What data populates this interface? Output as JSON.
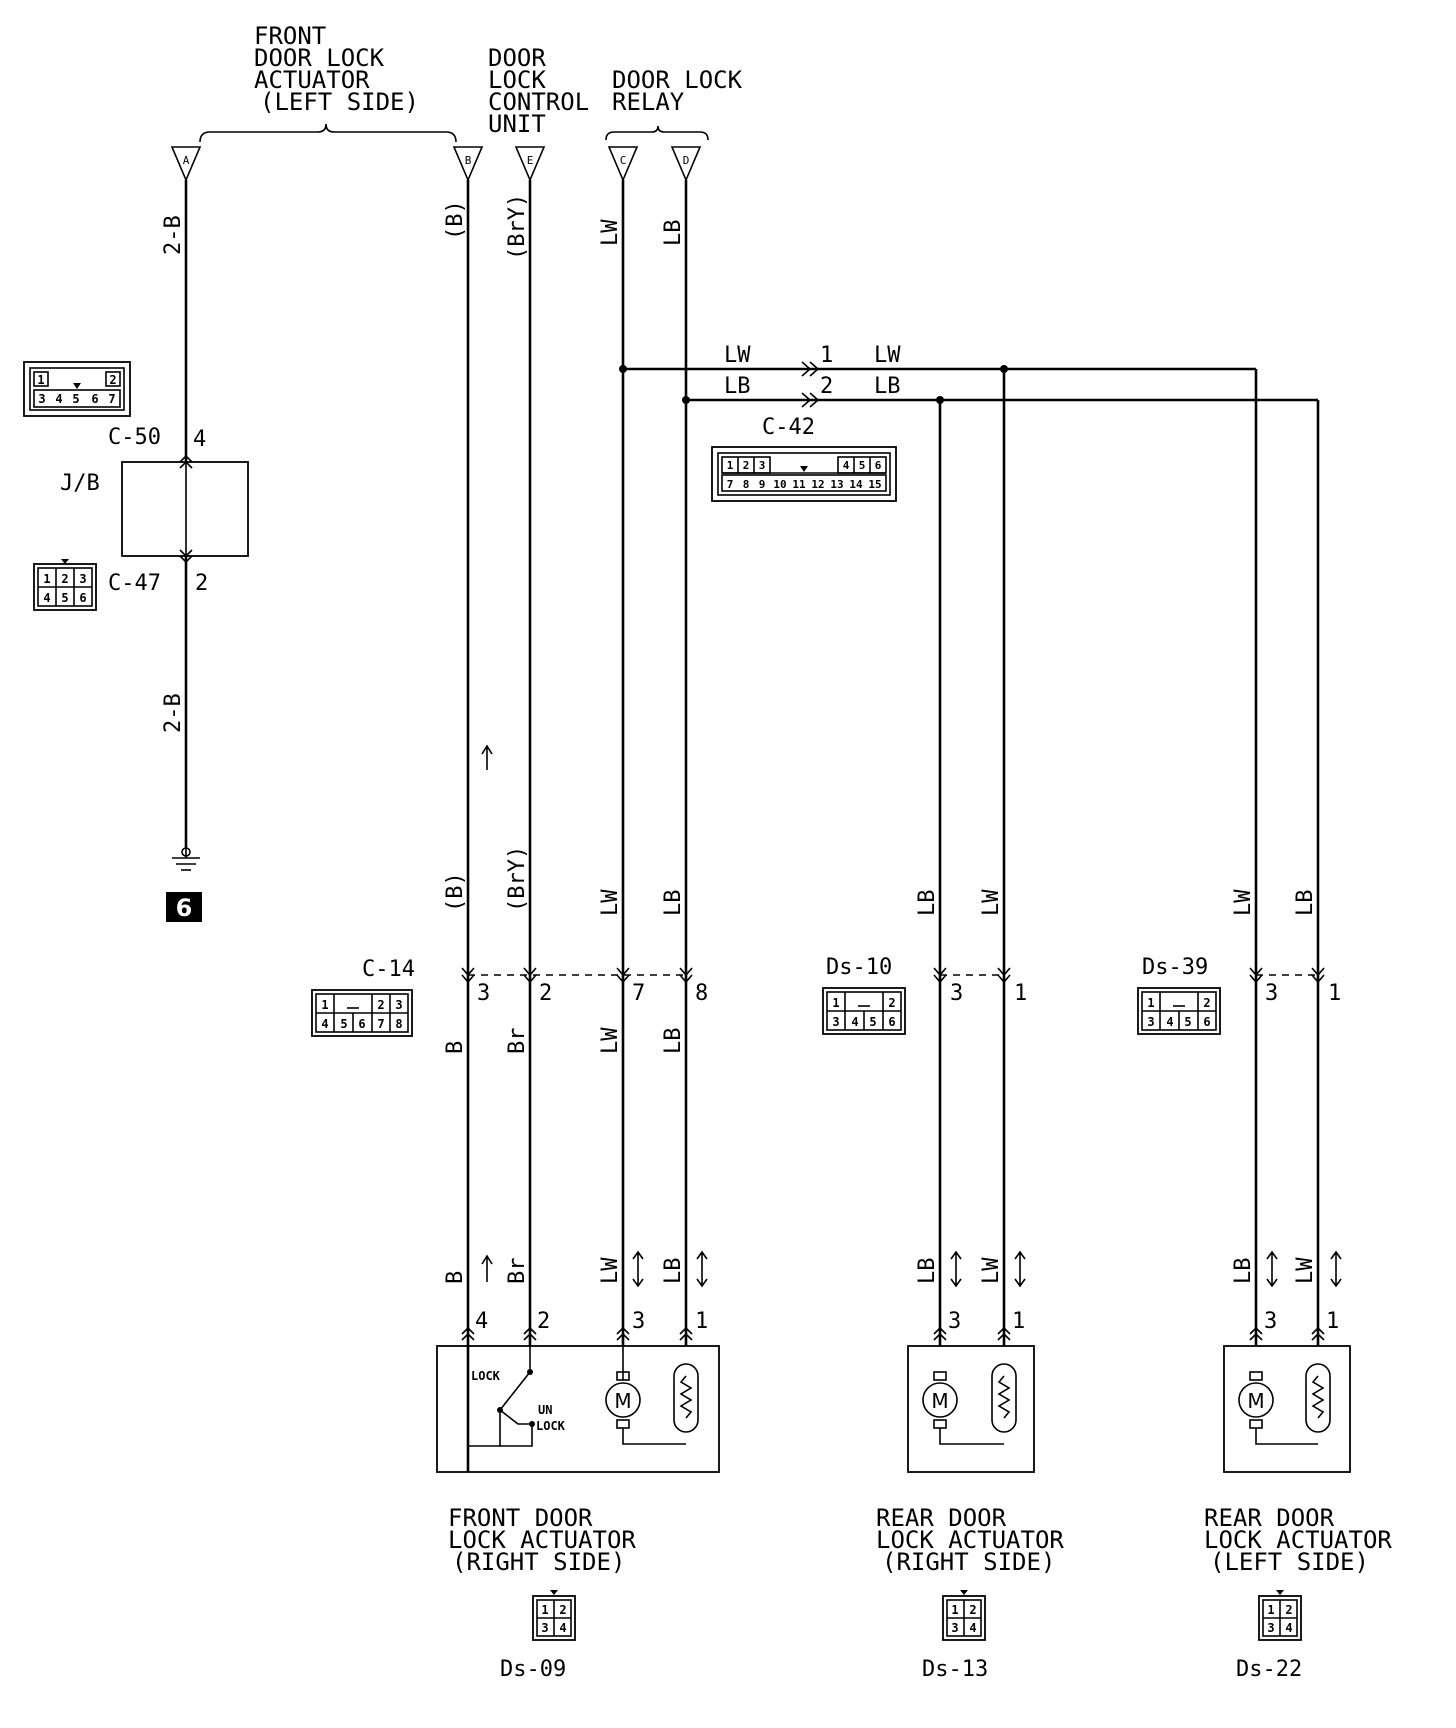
{
  "headers": {
    "front_left": [
      "FRONT",
      "DOOR LOCK",
      "ACTUATOR",
      "(LEFT SIDE)"
    ],
    "control_unit": [
      "DOOR",
      "LOCK",
      "CONTROL",
      "UNIT"
    ],
    "relay": [
      "DOOR LOCK",
      "RELAY"
    ]
  },
  "terminals": {
    "a": "A",
    "b": "B",
    "e": "E",
    "c": "C",
    "d": "D"
  },
  "wires": {
    "ground_upper": "2-B",
    "ground_lower": "2-B",
    "b_upper": "(B)",
    "bry_upper": "(BrY)",
    "lw_upper": "LW",
    "lb_upper": "LB",
    "b_mid": "(B)",
    "bry_mid": "(BrY)",
    "lw_mid": "LW",
    "lb_mid": "LB",
    "b_low": "B",
    "br_low": "Br",
    "lw_low": "LW",
    "lb_low": "LB",
    "b_bottom": "B",
    "br_bottom": "Br",
    "lw_bottom": "LW",
    "lb_bottom": "LB",
    "branch_lw_left": "LW",
    "branch_lb_left": "LB",
    "branch_lw_right": "LW",
    "branch_lb_right": "LB",
    "rr_lb_mid": "LB",
    "rr_lw_mid": "LW",
    "rl_lw_mid": "LW",
    "rl_lb_mid": "LB",
    "rr_lb_low": "LB",
    "rr_lw_low": "LW",
    "rl_lb_low": "LB",
    "rl_lw_low": "LW"
  },
  "connectors": {
    "c50": "C-50",
    "c47": "C-47",
    "jb": "J/B",
    "c42": "C-42",
    "c14": "C-14",
    "ds10": "Ds-10",
    "ds39": "Ds-39",
    "ds09": "Ds-09",
    "ds13": "Ds-13",
    "ds22": "Ds-22"
  },
  "pins": {
    "c50_pin": "4",
    "c47_pin": "2",
    "c42_1": "1",
    "c42_2": "2",
    "c14_3": "3",
    "c14_2": "2",
    "c14_7": "7",
    "c14_8": "8",
    "ds10_3": "3",
    "ds10_1": "1",
    "ds39_3": "3",
    "ds39_1": "1",
    "fr_4": "4",
    "fr_2": "2",
    "fr_3": "3",
    "fr_1": "1",
    "rr_3": "3",
    "rr_1": "1",
    "rl_3": "3",
    "rl_1": "1"
  },
  "switch": {
    "lock": "LOCK",
    "unlock_1": "UN",
    "unlock_2": "LOCK"
  },
  "ground_number": "6",
  "actuators": {
    "front_right": [
      "FRONT DOOR",
      "LOCK ACTUATOR",
      "(RIGHT SIDE)"
    ],
    "rear_right": [
      "REAR DOOR",
      "LOCK ACTUATOR",
      "(RIGHT SIDE)"
    ],
    "rear_left": [
      "REAR DOOR",
      "LOCK ACTUATOR",
      "(LEFT SIDE)"
    ]
  },
  "connector_faces": {
    "c50_top": [
      "1",
      "2"
    ],
    "c50_bottom": [
      "3",
      "4",
      "5",
      "6",
      "7"
    ],
    "c47_top": [
      "1",
      "2",
      "3"
    ],
    "c47_bottom": [
      "4",
      "5",
      "6"
    ],
    "c42_top_left": [
      "1",
      "2",
      "3"
    ],
    "c42_top_right": [
      "4",
      "5",
      "6"
    ],
    "c42_bottom": [
      "7",
      "8",
      "9",
      "10",
      "11",
      "12",
      "13",
      "14",
      "15"
    ],
    "c14_top_left": [
      "1"
    ],
    "c14_top_right": [
      "2",
      "3"
    ],
    "c14_bottom": [
      "4",
      "5",
      "6",
      "7",
      "8"
    ],
    "ds10_top_left": [
      "1"
    ],
    "ds10_top_right": [
      "2"
    ],
    "ds10_bottom": [
      "3",
      "4",
      "5",
      "6"
    ],
    "ds39_top_left": [
      "1"
    ],
    "ds39_top_right": [
      "2"
    ],
    "ds39_bottom": [
      "3",
      "4",
      "5",
      "6"
    ],
    "ds09_top": [
      "1",
      "2"
    ],
    "ds09_bottom": [
      "3",
      "4"
    ],
    "ds13_top": [
      "1",
      "2"
    ],
    "ds13_bottom": [
      "3",
      "4"
    ],
    "ds22_top": [
      "1",
      "2"
    ],
    "ds22_bottom": [
      "3",
      "4"
    ]
  }
}
